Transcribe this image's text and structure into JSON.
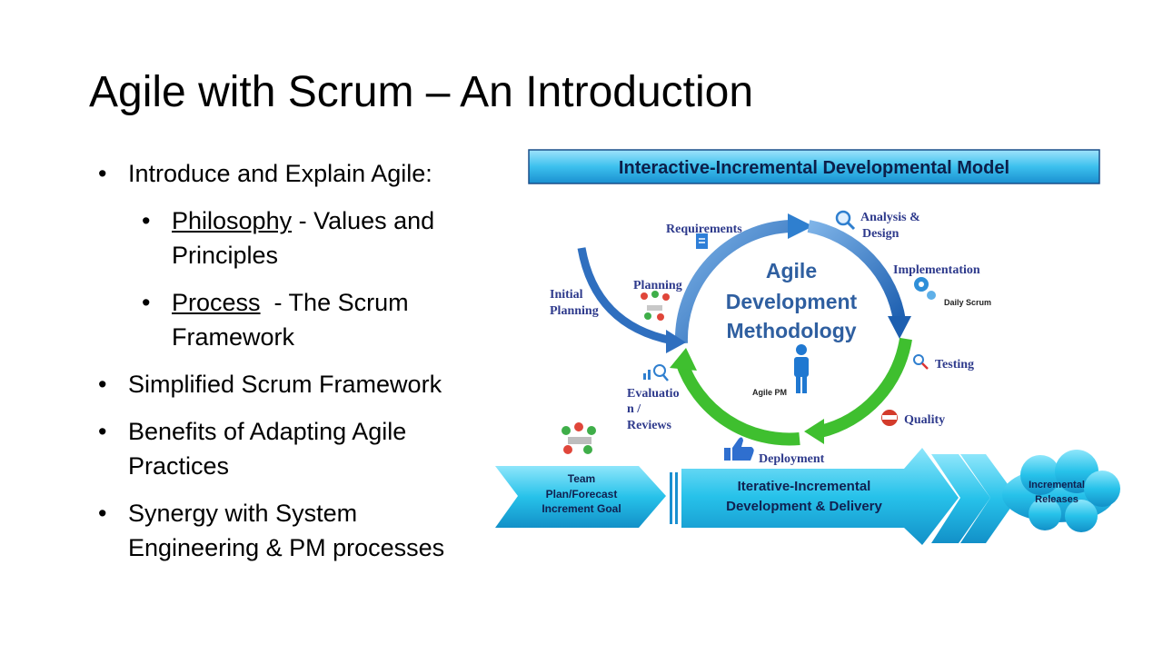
{
  "slide": {
    "title": "Agile with Scrum – An Introduction",
    "bullets": [
      {
        "text": "Introduce and Explain Agile:"
      },
      {
        "underlined": "Philosophy",
        "rest": " - Values and Principles"
      },
      {
        "underlined": "Process",
        "rest": "  - The Scrum Framework"
      },
      {
        "text": "Simplified Scrum Framework"
      },
      {
        "text": "Benefits of Adapting Agile Practices"
      },
      {
        "text": "Synergy with System Engineering & PM processes"
      }
    ]
  },
  "diagram": {
    "banner": "Interactive-Incremental Developmental Model",
    "center": {
      "line1": "Agile",
      "line2": "Development",
      "line3": "Methodology",
      "person_label": "Agile PM"
    },
    "stages": {
      "requirements": "Requirements",
      "analysis1": "Analysis &",
      "analysis2": "Design",
      "implementation": "Implementation",
      "daily_scrum": "Daily Scrum",
      "testing": "Testing",
      "quality": "Quality",
      "deployment": "Deployment",
      "evaluation1": "Evaluatio",
      "evaluation2": "n /",
      "evaluation3": "Reviews",
      "planning": "Planning",
      "initial1": "Initial",
      "initial2": "Planning"
    },
    "bottom": {
      "team1": "Team",
      "team2": "Plan/Forecast",
      "team3": "Increment Goal",
      "iter1": "Iterative-Incremental",
      "iter2": "Development & Delivery",
      "releases1": "Incremental",
      "releases2": "Releases"
    },
    "colors": {
      "blue": "#2f7fcf",
      "green": "#3fbf2f",
      "cyan": "#29c3e8",
      "label": "#2e3a8c"
    }
  }
}
